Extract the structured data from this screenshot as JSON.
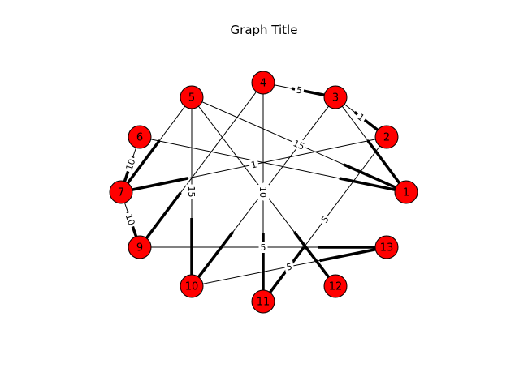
{
  "title": "Graph Title",
  "colors": {
    "node_fill": "#ff0000",
    "node_stroke": "#000000",
    "edge": "#000000",
    "label_bg": "#ffffff"
  },
  "graph": {
    "nodes": [
      {
        "id": "1",
        "label": "1"
      },
      {
        "id": "2",
        "label": "2"
      },
      {
        "id": "3",
        "label": "3"
      },
      {
        "id": "4",
        "label": "4"
      },
      {
        "id": "5",
        "label": "5"
      },
      {
        "id": "6",
        "label": "6"
      },
      {
        "id": "7",
        "label": "7"
      },
      {
        "id": "9",
        "label": "9"
      },
      {
        "id": "10",
        "label": "10"
      },
      {
        "id": "11",
        "label": "11"
      },
      {
        "id": "12",
        "label": "12"
      },
      {
        "id": "13",
        "label": "13"
      }
    ],
    "edges": [
      {
        "source": "4",
        "target": "3",
        "weight": "5"
      },
      {
        "source": "3",
        "target": "2",
        "weight": "1"
      },
      {
        "source": "3",
        "target": "10",
        "weight": "10"
      },
      {
        "source": "5",
        "target": "1",
        "weight": "15"
      },
      {
        "source": "2",
        "target": "7",
        "weight": "1"
      },
      {
        "source": "4",
        "target": "11",
        "weight": "10"
      },
      {
        "source": "6",
        "target": "7",
        "weight": "10"
      },
      {
        "source": "7",
        "target": "9",
        "weight": "10"
      },
      {
        "source": "5",
        "target": "10",
        "weight": "15"
      },
      {
        "source": "5",
        "target": "12",
        "weight": ""
      },
      {
        "source": "5",
        "target": "7",
        "weight": ""
      },
      {
        "source": "4",
        "target": "9",
        "weight": ""
      },
      {
        "source": "6",
        "target": "1",
        "weight": ""
      },
      {
        "source": "3",
        "target": "1",
        "weight": ""
      },
      {
        "source": "2",
        "target": "11",
        "weight": "5"
      },
      {
        "source": "9",
        "target": "13",
        "weight": "5"
      },
      {
        "source": "10",
        "target": "13",
        "weight": "5"
      }
    ]
  }
}
